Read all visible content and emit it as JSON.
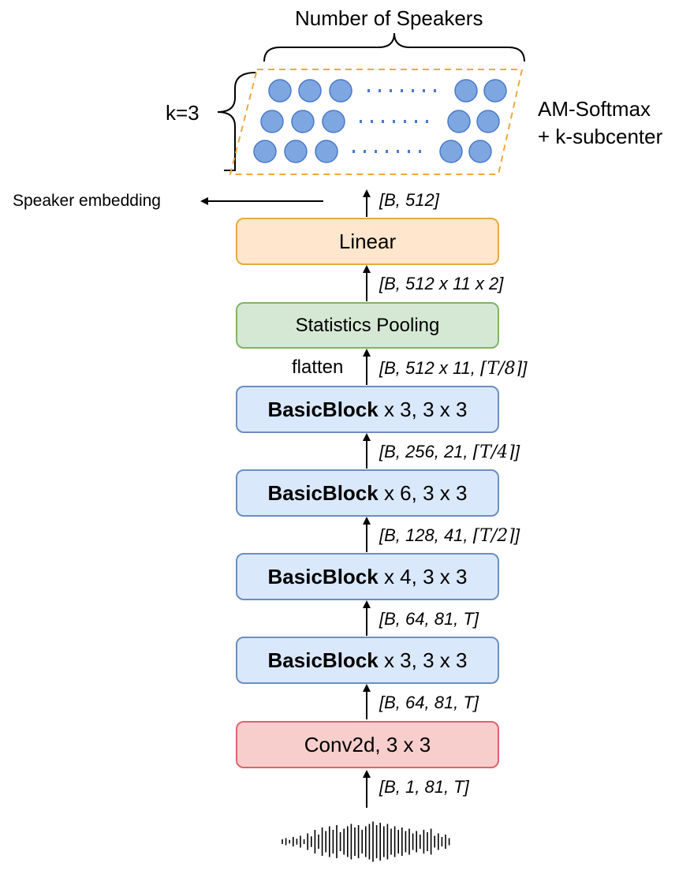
{
  "classifier": {
    "title": "Number of Speakers",
    "k_label": "k=3",
    "loss_line1": "AM-Softmax",
    "loss_line2": "+ k-subcenter"
  },
  "embedding": {
    "label": "Speaker embedding"
  },
  "blocks": {
    "linear": {
      "label": "Linear"
    },
    "pooling": {
      "label": "Statistics Pooling"
    },
    "bb1": {
      "name": "BasicBlock",
      "suffix": " x 3, 3 x 3"
    },
    "bb2": {
      "name": "BasicBlock",
      "suffix": " x 6, 3 x 3"
    },
    "bb3": {
      "name": "BasicBlock",
      "suffix": " x 4, 3 x 3"
    },
    "bb4": {
      "name": "BasicBlock",
      "suffix": " x 3, 3 x 3"
    },
    "conv": {
      "label": "Conv2d, 3 x 3"
    }
  },
  "shapes": {
    "s1": "[B, 512]",
    "s2": "[B, 512 x 11 x 2]",
    "s3_pre": "[B, 512 x 11, ",
    "s3_math": "⌈T/8⌉",
    "s3_post": "]",
    "s4_pre": "[B, 256, 21, ",
    "s4_math": "⌈T/4⌉",
    "s4_post": "]",
    "s5_pre": "[B, 128, 41, ",
    "s5_math": "⌈T/2⌉",
    "s5_post": "]",
    "s6": "[B, 64, 81, T]",
    "s7": "[B, 64, 81, T]",
    "s8": "[B, 1, 81, T]"
  },
  "flatten_label": "flatten",
  "colors": {
    "linear_fill": "#ffe6cc",
    "linear_stroke": "#e8a93e",
    "pool_fill": "#d5e8d4",
    "pool_stroke": "#82b366",
    "basic_fill": "#dae8fc",
    "basic_stroke": "#6c8ebf",
    "conv_fill": "#f8cecc",
    "conv_stroke": "#e06170",
    "node_fill": "#7ea6e0",
    "node_stroke": "#4a7ac8",
    "dash_box": "#f2a83a"
  }
}
